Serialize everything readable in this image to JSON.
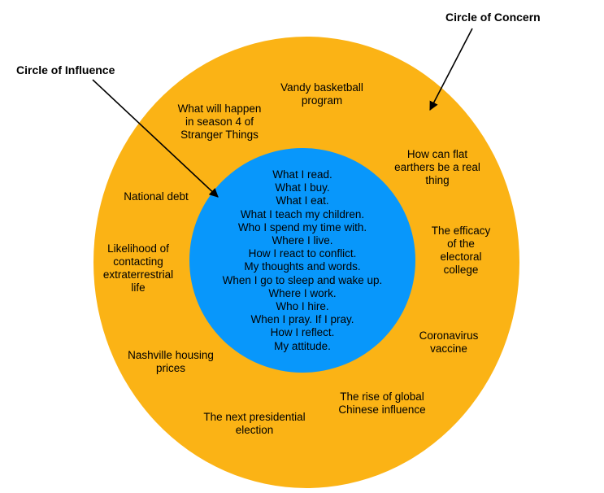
{
  "callouts": {
    "concern": "Circle of Concern",
    "influence": "Circle of Influence"
  },
  "concern_items": [
    "Vandy basketball\nprogram",
    "What will happen\nin season 4 of\nStranger Things",
    "How can flat\nearthers be a real\nthing",
    "National debt",
    "The efficacy\nof the\nelectoral\ncollege",
    "Likelihood of\ncontacting\nextraterrestrial\nlife",
    "Coronavirus\nvaccine",
    "Nashville housing\nprices",
    "The rise of global\nChinese influence",
    "The next presidential\nelection"
  ],
  "influence_items": [
    "What I read.",
    "What I buy.",
    "What I eat.",
    "What I teach my children.",
    "Who I spend my time with.",
    "Where I live.",
    "How I react to conflict.",
    "My thoughts and words.",
    "When I go to sleep and wake up.",
    "Where I work.",
    "Who I hire.",
    "When I pray. If I pray.",
    "How I reflect.",
    "My attitude."
  ],
  "colors": {
    "concern_fill": "#fbb315",
    "influence_fill": "#0897fb",
    "arrow": "#000000"
  }
}
